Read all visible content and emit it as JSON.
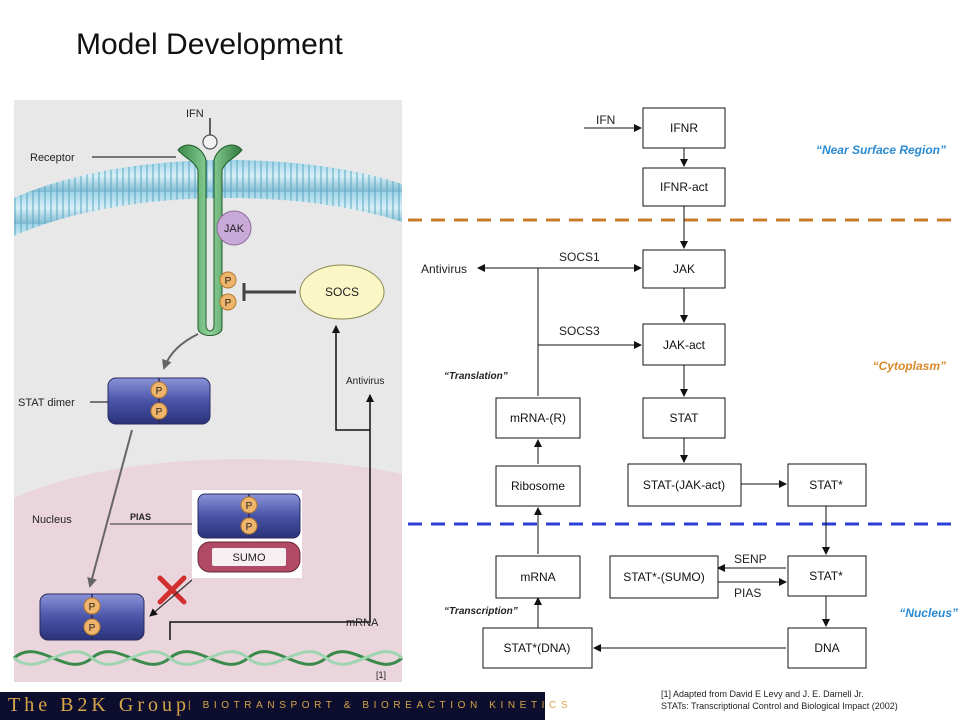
{
  "title": "Model Development",
  "bio": {
    "ifn": "IFN",
    "receptor": "Receptor",
    "jak": "JAK",
    "p": "P",
    "socs": "SOCS",
    "stat_dimer": "STAT dimer",
    "antivirus": "Antivirus",
    "nucleus": "Nucleus",
    "pias": "PIAS",
    "sumo": "SUMO",
    "mrna": "mRNA",
    "ref": "[1]"
  },
  "flow": {
    "ifn": "IFN",
    "ifnr": "IFNR",
    "ifnr_act": "IFNR-act",
    "near_surface": "“Near Surface Region”",
    "socs1": "SOCS1",
    "antivirus": "Antivirus",
    "jak": "JAK",
    "socs3": "SOCS3",
    "jak_act": "JAK-act",
    "cytoplasm": "“Cytoplasm”",
    "translation": "“Translation”",
    "mrna_r": "mRNA-(R)",
    "stat": "STAT",
    "ribosome": "Ribosome",
    "stat_jak_act": "STAT-(JAK-act)",
    "stat_star_cyto": "STAT*",
    "mrna": "mRNA",
    "stat_sumo": "STAT*-(SUMO)",
    "senp": "SENP",
    "pias": "PIAS",
    "stat_star_nuc": "STAT*",
    "transcription": "“Transcription”",
    "nucleus": "“Nucleus”",
    "stat_dna": "STAT*(DNA)",
    "dna": "DNA"
  },
  "footer": {
    "group": "The B2K Group",
    "sub": "| BIOTRANSPORT & BIOREACTION KINETICS",
    "ref_line1": "[1] Adapted from David E Levy and J. E. Darnell Jr.",
    "ref_line2": "STATs: Transcriptional Control and Biological Impact (2002)"
  }
}
